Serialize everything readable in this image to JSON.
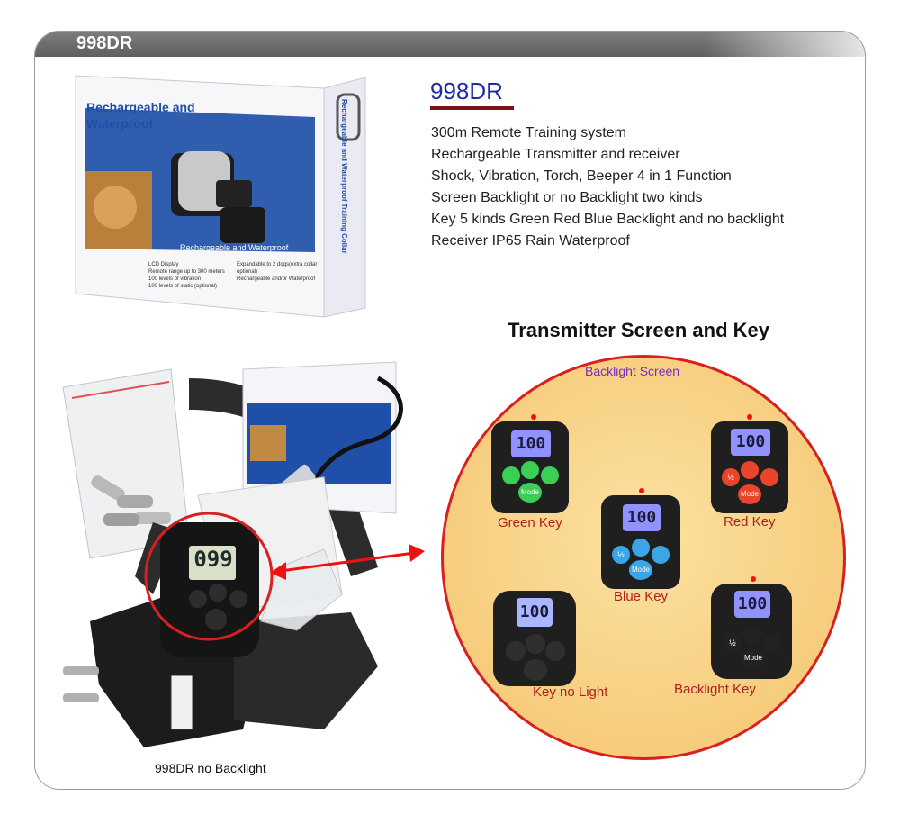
{
  "header": {
    "tab_title": "998DR"
  },
  "product": {
    "model": "998DR",
    "features": [
      "300m Remote Training system",
      "Rechargeable Transmitter and receiver",
      "Shock, Vibration, Torch, Beeper 4 in 1 Function",
      "Screen Backlight or no Backlight two kinds",
      "Key 5 kinds Green Red Blue Backlight and no backlight",
      "Receiver IP65 Rain Waterproof"
    ]
  },
  "box": {
    "headline_line1": "Rechargeable and",
    "headline_line2": "Waterproof",
    "subtext": "Rechargeable and Waterproof",
    "spine": "Rechargeable and Waterproof Training Collar",
    "bullets": [
      "LCD Display",
      "Remote range up to 300 meters",
      "100 levels of vibration",
      "100 levels of static (optional)",
      "Expandable to 2 dogs(extra collar optional)",
      "Rechargeable and/or Waterproof"
    ]
  },
  "section": {
    "title": "Transmitter Screen and Key",
    "backlight_label": "Backlight Screen",
    "screen_value_backlit": "100",
    "screen_value_plain": "099",
    "button_mode_label": "Mode",
    "button_half_label": "½",
    "keys": {
      "green": "Green Key",
      "red": "Red Key",
      "blue": "Blue Key",
      "nolight": "Key no Light",
      "backlight": "Backlight Key"
    }
  },
  "photo_caption": "998DR no Backlight",
  "colors": {
    "accent_title": "#1f2aa8",
    "circle_border": "#d82020",
    "key_green": "#3ccf55",
    "key_red": "#e8452a",
    "key_blue": "#3aa6e8",
    "screen_backlit": "#8f92ff",
    "screen_plain": "#d9e0c8"
  }
}
